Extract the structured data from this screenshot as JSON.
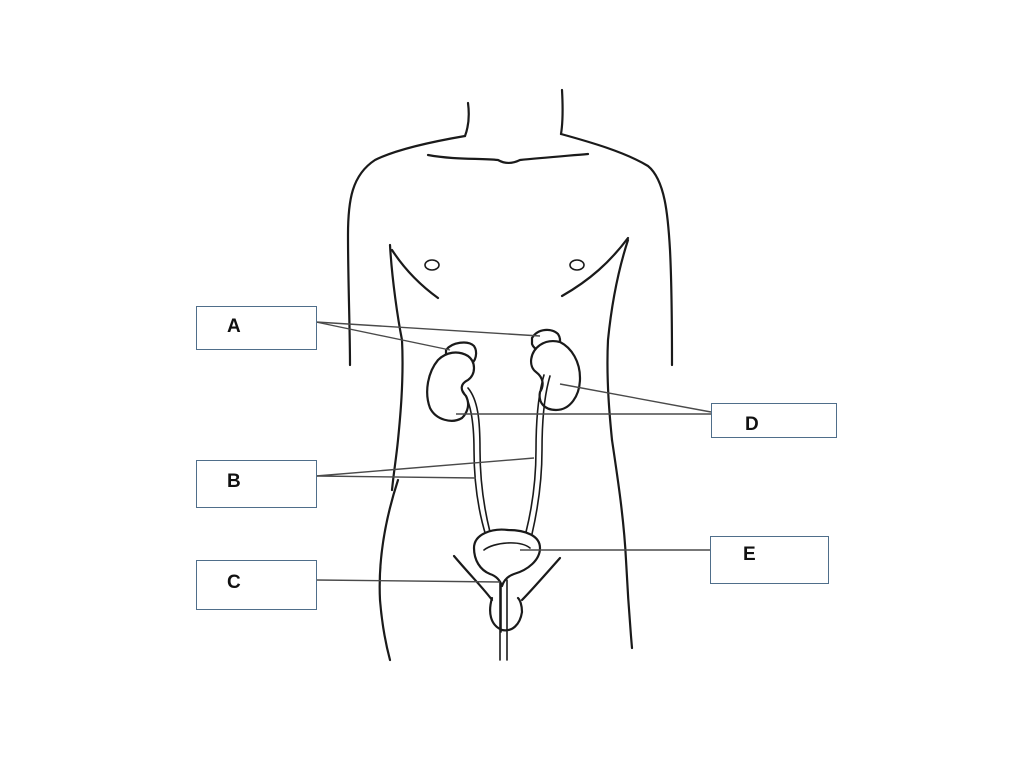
{
  "labels": {
    "a": "A",
    "b": "B",
    "c": "C",
    "d": "D",
    "e": "E"
  },
  "colors": {
    "outline": "#1a1a1a",
    "box_border": "#4f6e8a",
    "leader": "#4a4a4a"
  }
}
